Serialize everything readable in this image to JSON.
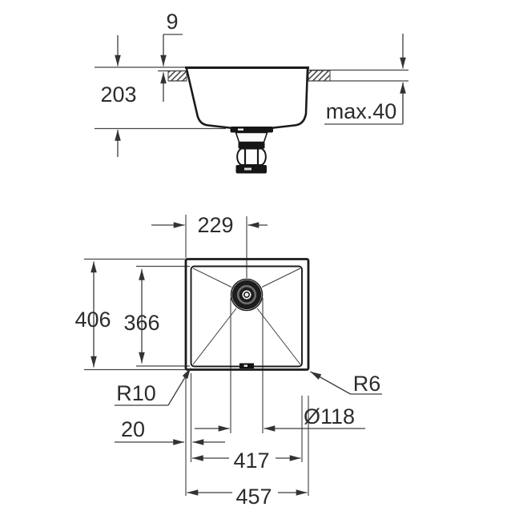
{
  "drawing_title": "sink-installation-dimension-drawing",
  "palette": {
    "background": "#ffffff",
    "dimension_line_color": "#3d3d3d",
    "object_line_color": "#1b1b1b",
    "text_color": "#2c2c2c"
  },
  "side_view": {
    "rim_above_counter": "9",
    "bowl_depth": "203",
    "max_counter_thickness": "max.40"
  },
  "plan_view": {
    "drain_center_from_left": "229",
    "overall_depth": "406",
    "inner_depth": "366",
    "inner_corner_radius": "R10",
    "outer_corner_radius": "R6",
    "left_rim_width": "20",
    "drain_diameter": "Ø118",
    "inner_width": "417",
    "overall_width": "457"
  }
}
